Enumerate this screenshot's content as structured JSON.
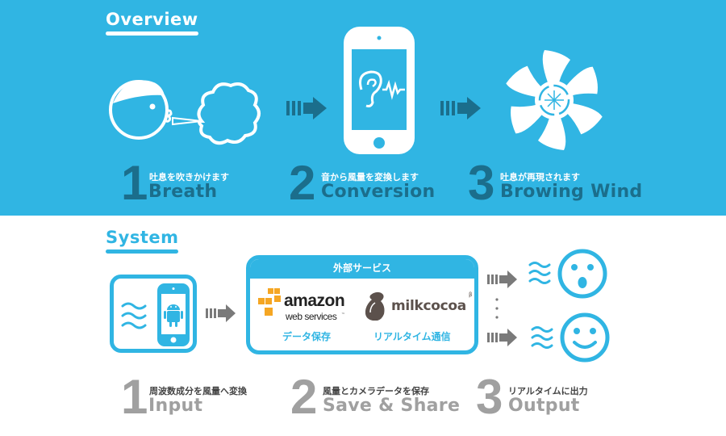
{
  "colors": {
    "brand_blue": "#30b5e3",
    "dark_blue": "#1b6e8c",
    "gray_arrow": "#7a7a7a",
    "gray_text": "#a0a0a0",
    "aws_orange": "#f5a623",
    "milkcocoa_brown": "#5c514c"
  },
  "overview": {
    "title": "Overview",
    "icons": [
      "breath-face-icon",
      "phone-ear-icon",
      "fan-icon"
    ],
    "steps": [
      {
        "number": "1",
        "jp": "吐息を吹きかけます",
        "en": "Breath"
      },
      {
        "number": "2",
        "jp": "音から風量を変換します",
        "en": "Conversion"
      },
      {
        "number": "3",
        "jp": "吐息が再現されます",
        "en": "Browing Wind"
      }
    ]
  },
  "system": {
    "title": "System",
    "external_services": {
      "header": "外部サービス",
      "services": [
        {
          "name": "amazon",
          "sub": "web services",
          "tm": "™",
          "label": "データ保存"
        },
        {
          "name": "milkcocoa",
          "sup": "β",
          "label": "リアルタイム通信"
        }
      ]
    },
    "ellipsis": "⋮",
    "steps": [
      {
        "number": "1",
        "jp": "周波数成分を風量へ変換",
        "en": "Input"
      },
      {
        "number": "2",
        "jp": "風量とカメラデータを保存",
        "en": "Save & Share"
      },
      {
        "number": "3",
        "jp": "リアルタイムに出力",
        "en": "Output"
      }
    ]
  }
}
